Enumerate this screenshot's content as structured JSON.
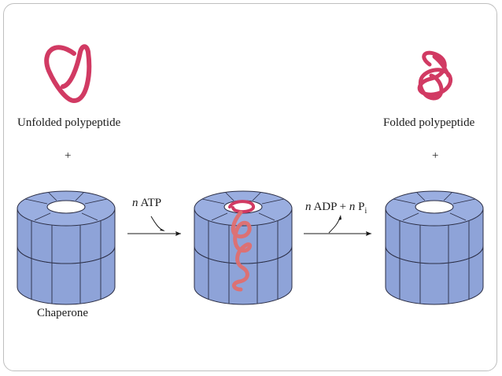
{
  "labels": {
    "unfolded": "Unfolded polypeptide",
    "folded": "Folded polypeptide",
    "plus_left": "+",
    "plus_right": "+",
    "chaperone": "Chaperone"
  },
  "step1": {
    "n": "n",
    "text": "ATP"
  },
  "step2": {
    "n1": "n",
    "adp": "ADP",
    "plus": "+",
    "n2": "n",
    "p": "P",
    "sub": "i"
  },
  "colors": {
    "barrel_fill": "#8ea3d8",
    "barrel_stroke": "#2a2d44",
    "polypeptide": "#d13a63",
    "polypeptide_inside": "#e06f6f",
    "frame": "#bfbfbf"
  }
}
